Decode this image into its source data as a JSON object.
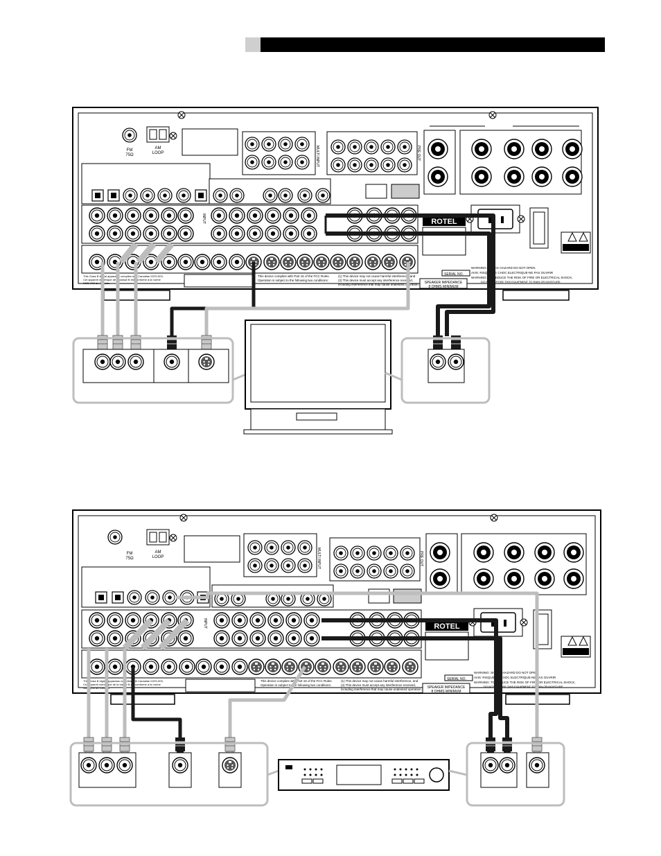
{
  "header": {
    "title": ""
  },
  "receiver": {
    "fm_label": "FM",
    "fm_ohm": "75Ω",
    "am_label": "AM",
    "am_loop": "LOOP",
    "multi_input": "MULTI INPUT",
    "pre_out": "PRE OUT",
    "input": "INPUT",
    "brand": "ROTEL",
    "serial_no": "SERIAL NO.",
    "speaker_impedance_1": "SPEAKER IMPEDANCE",
    "speaker_impedance_2": "8 OHMS MINIMUM",
    "warning_1": "WARNING: SHOCK HAZARD DO NOT OPEN",
    "warning_2": "AVIS: RISQUE DE CHOC ELECTRIQUE-NE PAS OUVRIR",
    "warning_3": "WARNING: TO REDUCE THE RISK OF FIRE OR ELECTRICAL SHOCK,",
    "warning_4": "DO NOT EXPOSE THIS EQUIPMENT TO RAIN OR MOISTURE.",
    "fcc_1": "This device complies with Part 15 of the FCC Rules.",
    "fcc_2": "Operation is subject to the following two conditions:",
    "fcc_3": "(1) This device may not cause harmful interference, and",
    "fcc_4": "(2) This device must accept any interference received,",
    "fcc_5": "including interference that may cause undesired operation.",
    "class_b_1": "This Class B digital apparatus complies with Canadian ICES-003.",
    "class_b_2": "Cet appareil numérique de la classe B est conforme à la norme",
    "class_b_3": "NMB-003 du Canada."
  },
  "colors": {
    "cable_dark": "#1a1a1a",
    "cable_light": "#bdbdbd",
    "panel_outline": "#000000"
  }
}
